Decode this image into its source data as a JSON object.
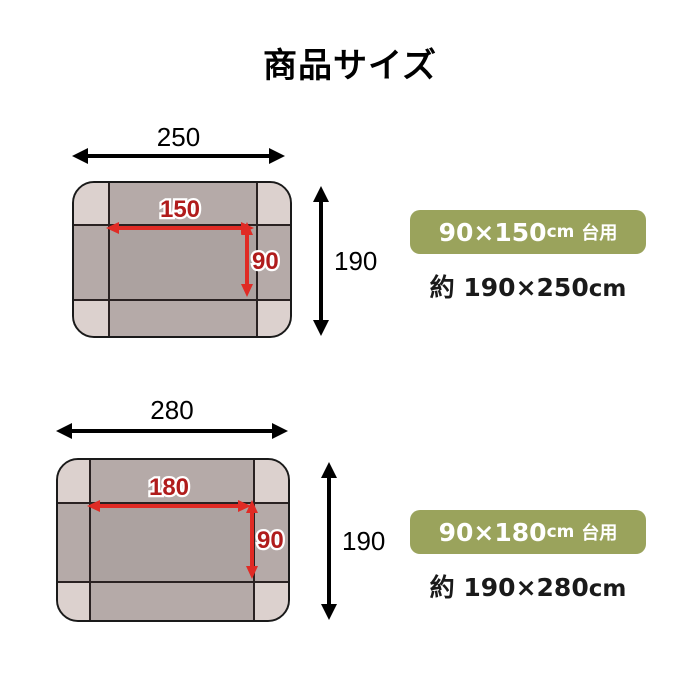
{
  "page": {
    "title": "商品サイズ",
    "background_color": "#ffffff"
  },
  "colors": {
    "badge_green": "#9AA35C",
    "mat_center": "#ACA2A0",
    "mat_edge": "#B5AAA8",
    "mat_corner": "#DCD1CE",
    "red_arrow": "#E02B25",
    "red_label": "#B01C1C",
    "black_arrow": "#000000"
  },
  "diagrams": [
    {
      "id": "diagram-90x150",
      "outer_width_label": "250",
      "outer_height_label": "190",
      "inner_width_label": "150",
      "inner_height_label": "90"
    },
    {
      "id": "diagram-90x180",
      "outer_width_label": "280",
      "outer_height_label": "190",
      "inner_width_label": "180",
      "inner_height_label": "90"
    }
  ],
  "info_panels": [
    {
      "id": "panel-90x150",
      "badge_size": "90×150",
      "badge_unit": "cm",
      "badge_suffix": "台用",
      "approx_prefix": "約",
      "approx_size": "190×250",
      "approx_unit": "cm"
    },
    {
      "id": "panel-90x180",
      "badge_size": "90×180",
      "badge_unit": "cm",
      "badge_suffix": "台用",
      "approx_prefix": "約",
      "approx_size": "190×280",
      "approx_unit": "cm"
    }
  ]
}
